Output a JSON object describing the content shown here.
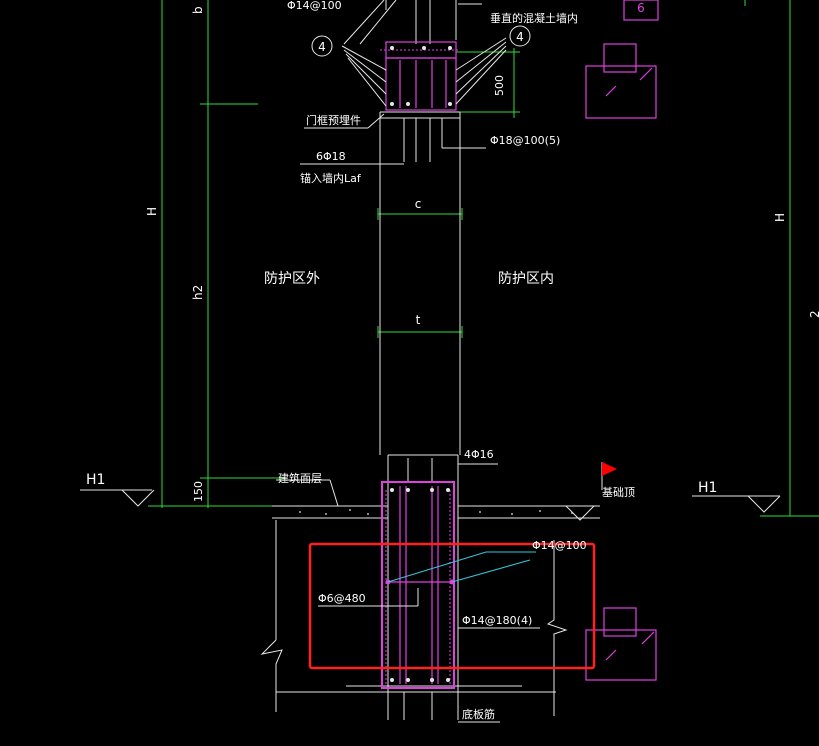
{
  "colors": {
    "background": "#000000",
    "dimension_green": "#33dd33",
    "line_white": "#e6e6e6",
    "rebar_magenta": "#e040e0",
    "leader_cyan": "#33c8e0",
    "highlight_red": "#ff2020",
    "flag_red": "#ff0000"
  },
  "labels": {
    "top_rebar_spec": "Φ14@100",
    "wall_note": "垂直的混凝土墙内",
    "marker_4_left": "4",
    "marker_4_right": "4",
    "dim_500": "500",
    "door_frame_embed": "门框预埋件",
    "spec_phi18_100": "Φ18@100(5)",
    "spec_6phi18": "6Φ18",
    "anchor_laf": "锚入墙内Laf",
    "dim_c": "c",
    "dim_t": "t",
    "zone_outside": "防护区外",
    "zone_inside": "防护区内",
    "dim_H_left": "H",
    "dim_h2": "h2",
    "dim_H_right": "H",
    "dim_b": "b",
    "dim_150": "150",
    "level_H1_left": "H1",
    "level_H1_right": "H1",
    "floor_finish": "建筑面层",
    "rebar_4phi16": "4Φ16",
    "foundation_top": "基础顶",
    "rebar_phi14_100": "Φ14@100",
    "rebar_phi6_480": "Φ6@480",
    "rebar_phi14_180": "Φ14@180(4)",
    "bottom_slab": "底板筋",
    "top_right_mark": "6",
    "right_edge_mark": "2"
  }
}
